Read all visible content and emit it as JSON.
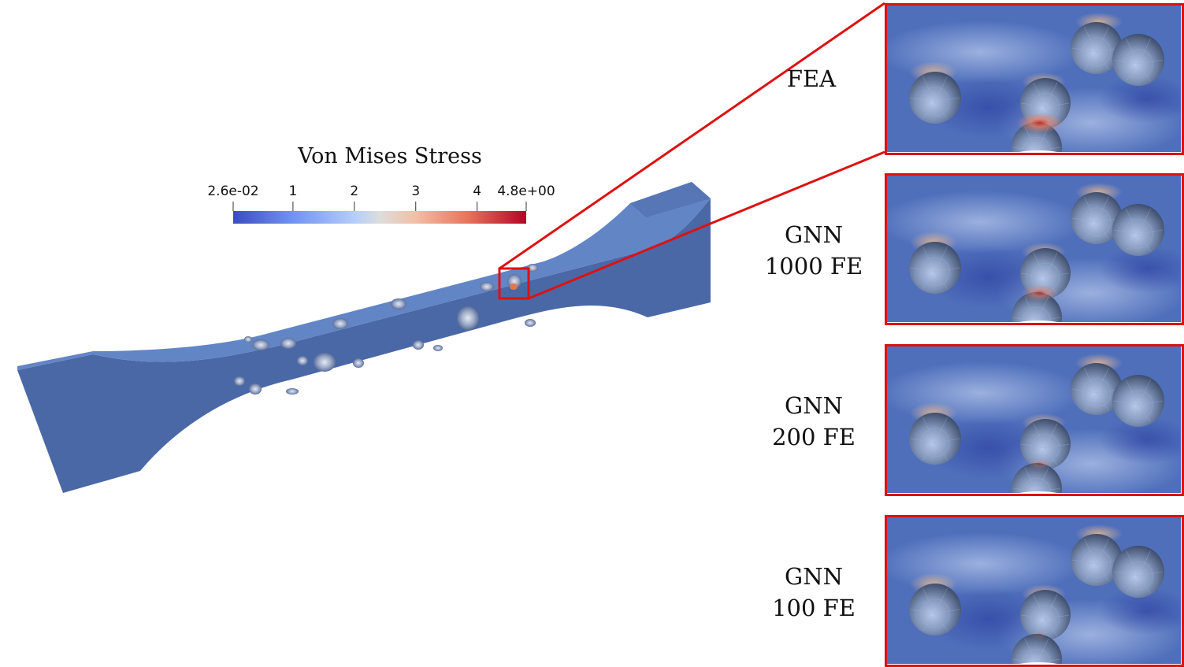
{
  "colorbar": {
    "title": "Von Mises Stress",
    "ticks": [
      {
        "label": "2.6e-02",
        "value": 0.026
      },
      {
        "label": "1",
        "value": 1
      },
      {
        "label": "2",
        "value": 2
      },
      {
        "label": "3",
        "value": 3
      },
      {
        "label": "4",
        "value": 4
      },
      {
        "label": "4.8e+00",
        "value": 4.8
      }
    ],
    "range": [
      0.026,
      4.8
    ],
    "colors": {
      "low": "#3b4cc0",
      "mid": "#dddddd",
      "high": "#b40426"
    }
  },
  "panels": [
    {
      "line1": "FEA",
      "line2": "",
      "peak": 0.9
    },
    {
      "line1": "GNN",
      "line2": "1000 FE",
      "peak": 0.65
    },
    {
      "line1": "GNN",
      "line2": "200 FE",
      "peak": 0.35
    },
    {
      "line1": "GNN",
      "line2": "100 FE",
      "peak": 0.2
    }
  ],
  "colors": {
    "specimen_top": "#5f83c5",
    "specimen_side": "#4a6aa8",
    "background_field": "#4f6fbb",
    "highlight": "#dd1111"
  }
}
